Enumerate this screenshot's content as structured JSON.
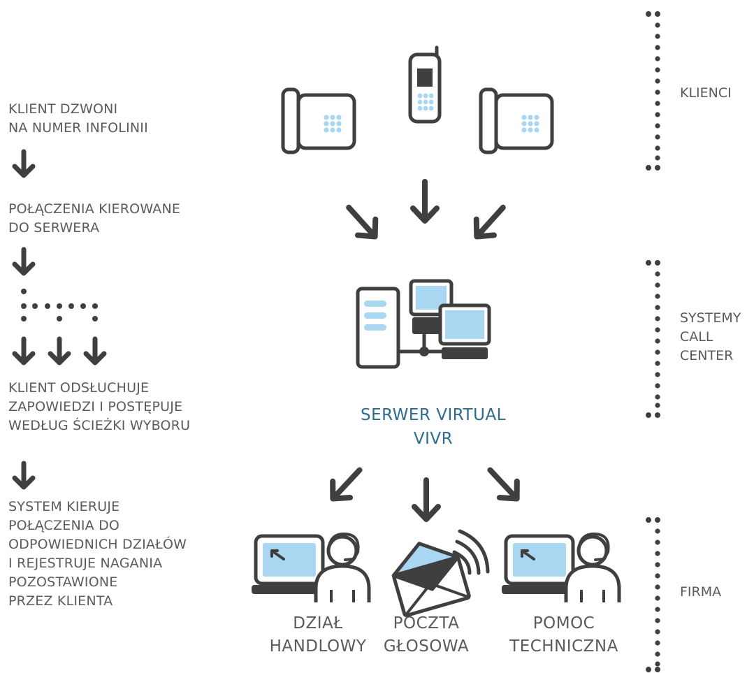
{
  "left_steps": [
    "KLIENT DZWONI\nNA NUMER INFOLINII",
    "POŁĄCZENIA KIEROWANE\nDO SERWERA",
    "KLIENT ODSŁUCHUJE\nZAPOWIEDZI I POSTĘPUJE\nWEDŁUG ŚCIEŻKI WYBORU",
    "SYSTEM KIERUJE\nPOŁĄCZENIA DO\nODPOWIEDNICH DZIAŁÓW\nI REJESTRUJE NAGANIA\nPOZOSTAWIONE\nPRZEZ KLIENTA"
  ],
  "side_labels": {
    "clients": "KLIENCI",
    "systems": "SYSTEMY\nCALL\nCENTER",
    "company": "FIRMA"
  },
  "server_label": "SERWER VIRTUAL\nVIVR",
  "departments": {
    "sales": "DZIAŁ\nHANDLOWY",
    "voicemail": "POCZTA\nGŁOSOWA",
    "support": "POMOC\nTECHNICZNA"
  },
  "colors": {
    "dark": "#3f3f3f",
    "blue_light": "#a9d6f0",
    "blue_text": "#2d6b8f",
    "text": "#5b5b5b"
  },
  "icons": [
    "desk-phone-icon",
    "mobile-phone-icon",
    "server-network-icon",
    "operator-computer-icon",
    "voicemail-envelope-icon"
  ]
}
